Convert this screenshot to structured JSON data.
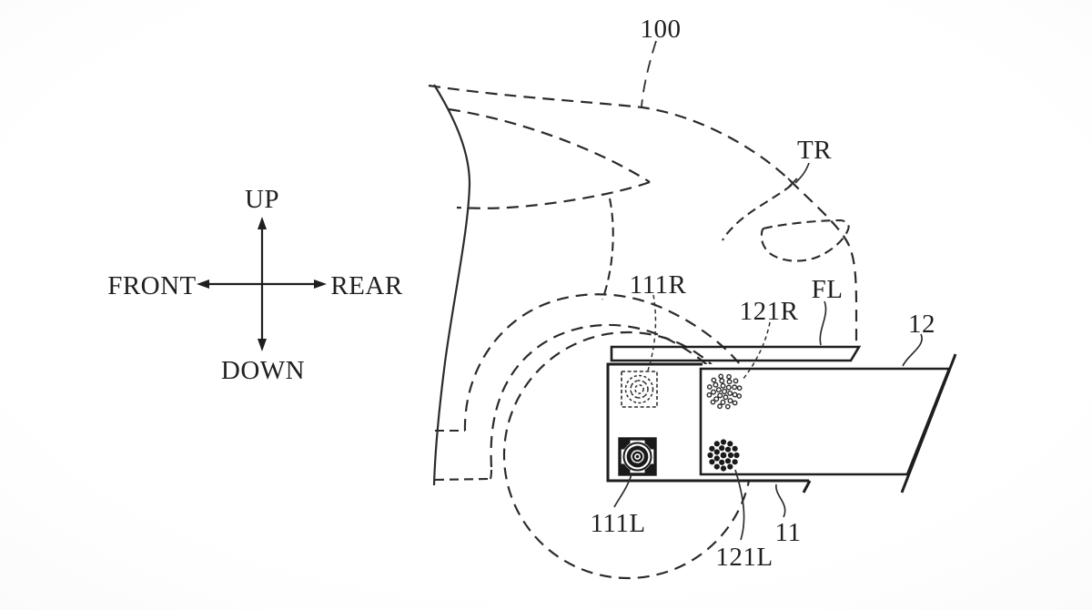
{
  "figure": {
    "kind": "patent-line-drawing",
    "colors": {
      "line": "#2b2b2b",
      "background": "#fdfdfd",
      "text": "#1f1f1f"
    }
  },
  "compass": {
    "up": "UP",
    "down": "DOWN",
    "front": "FRONT",
    "rear": "REAR"
  },
  "reference_labels": {
    "n100": "100",
    "tr": "TR",
    "fl": "FL",
    "n12": "12",
    "n111r": "111R",
    "n121r": "121R",
    "n111l": "111L",
    "n121l": "121L",
    "n11": "11"
  }
}
